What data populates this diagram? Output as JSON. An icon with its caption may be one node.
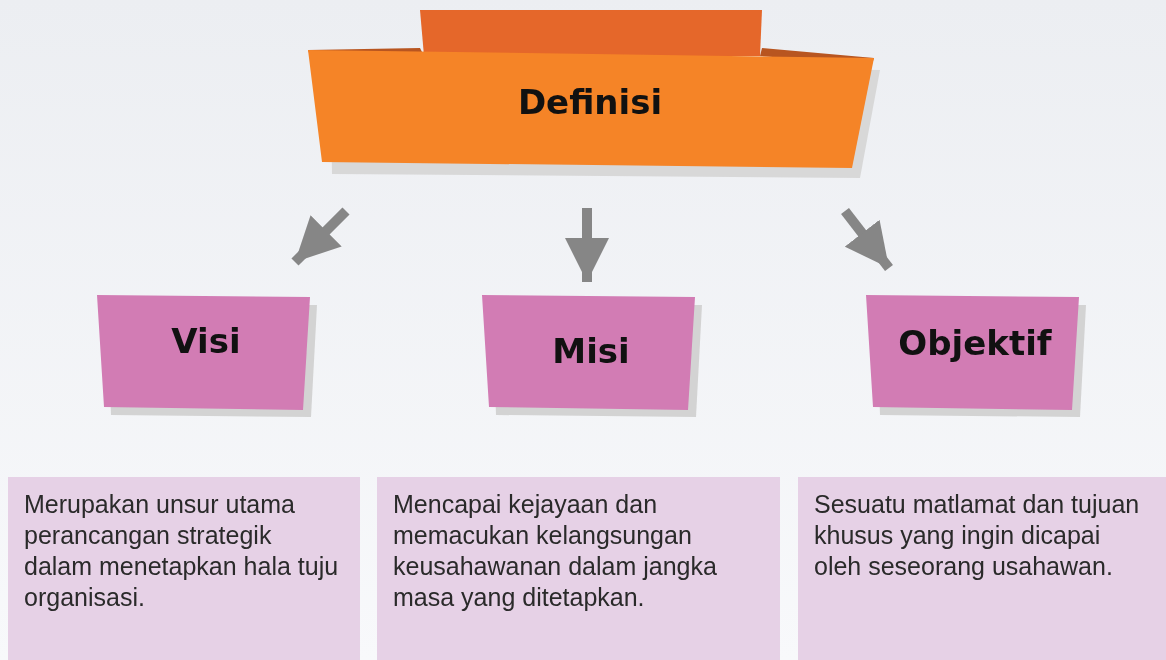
{
  "diagram": {
    "nodes": [
      {
        "text": [
          "Definisi"
        ]
      },
      {
        "text": [
          "Visi"
        ]
      },
      {
        "text": [
          "Misi"
        ]
      },
      {
        "text": [
          "Objektif"
        ]
      },
      {
        "text": [
          "Merupakan unsur utama perancangan strategik dalam menetapkan hala tuju organisasi."
        ]
      },
      {
        "text": [
          "Mencapai kejayaan dan memacukan kelangsungan keusahawanan dalam jangka masa yang ditetapkan."
        ]
      },
      {
        "text": [
          "Sesuatu matlamat dan tujuan khusus yang ingin dicapai oleh seseorang usahawan."
        ]
      }
    ],
    "edges": [
      {
        "from": 0,
        "to": 1,
        "arrow": "to"
      },
      {
        "from": 0,
        "to": 2,
        "arrow": "to"
      },
      {
        "from": 0,
        "to": 3,
        "arrow": "to"
      }
    ]
  }
}
